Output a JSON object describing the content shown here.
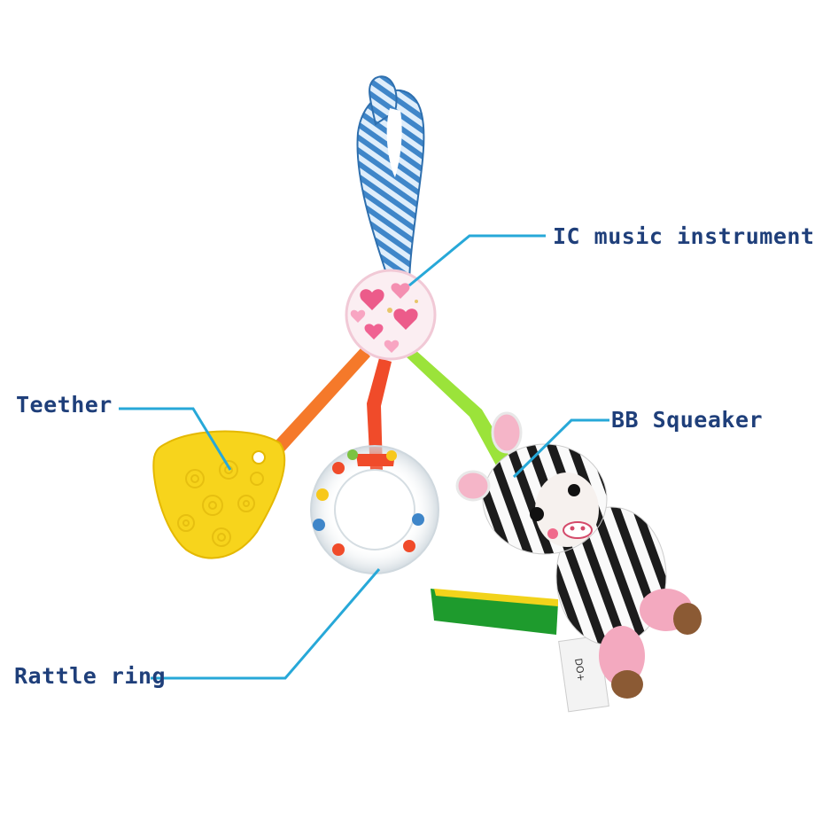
{
  "callouts": {
    "ic_music": {
      "label": "IC music instrument"
    },
    "bb_squeaker": {
      "label": "BB Squeaker"
    },
    "teether": {
      "label": "Teether"
    },
    "rattle_ring": {
      "label": "Rattle ring"
    }
  },
  "colors": {
    "label_text": "#1f3f7a",
    "leader_line": "#27a8d8",
    "stripe_blue": "#3f86c9",
    "teether_yellow": "#f7d41c",
    "ribbon_orange": "#f5792a",
    "ribbon_red": "#f04b2a",
    "ribbon_green": "#9be33a",
    "heart_pink": "#ec5b8a"
  },
  "icons": [
    "blue-striped-strap",
    "heart-ball",
    "yellow-teether",
    "clear-rattle-ring",
    "zebra-plush"
  ],
  "tag_text": {
    "text": "DO+"
  }
}
